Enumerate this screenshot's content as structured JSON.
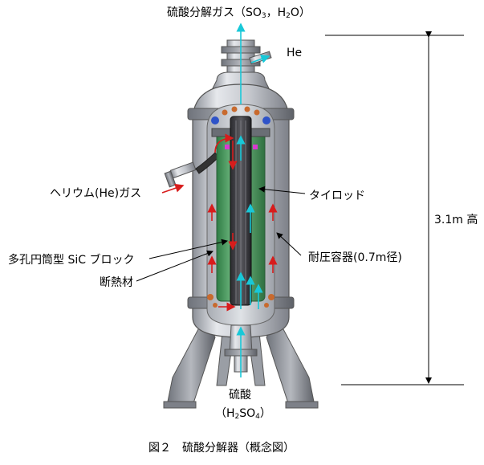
{
  "labels": {
    "top_outlet_pre": "硫酸分解ガス（SO",
    "top_outlet_sub1": "3",
    "top_outlet_mid": "，H",
    "top_outlet_sub2": "2",
    "top_outlet_post": "O）",
    "he_out": "He",
    "helium_gas": "ヘリウム(He)ガス",
    "tie_rod": "タイロッド",
    "height": "3.1m 高",
    "pressure_vessel": "耐圧容器(0.7m径)",
    "sic_block": "多孔円筒型 SiC ブロック",
    "insulation": "断熱材",
    "sulfuric_acid": "硫酸",
    "h2so4_pre": "（H",
    "h2so4_sub1": "2",
    "h2so4_mid": "SO",
    "h2so4_sub2": "4",
    "h2so4_post": "）",
    "caption": "図２　硫酸分解器（概念図）"
  },
  "colors": {
    "vessel": "#c9ccd2",
    "vessel_dark": "#8c9098",
    "block_green": "#4f9e63",
    "rod_dark": "#3b3b3f",
    "hot_flow": "#d81c1c",
    "cold_flow": "#18c8d8",
    "bolt_blue": "#2e53c8",
    "bolt_orange": "#c86a2e",
    "bolt_magenta": "#d93ad0"
  }
}
